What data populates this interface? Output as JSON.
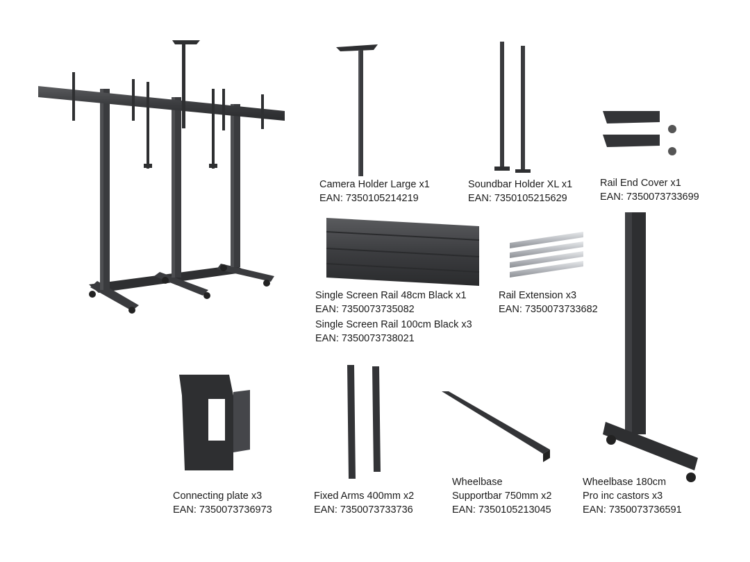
{
  "colors": {
    "metal_dark": "#2e2f31",
    "metal_mid": "#4a4b4e",
    "metal_light": "#6a6b6e",
    "silver": "#c9ccd0",
    "text": "#1a1a1a"
  },
  "parts": [
    {
      "id": "camera_holder",
      "icon": "camera-holder-icon",
      "name": "Camera Holder Large x1",
      "ean": "EAN: 7350105214219"
    },
    {
      "id": "soundbar_holder",
      "icon": "soundbar-holder-icon",
      "name": "Soundbar Holder XL x1",
      "ean": "EAN: 7350105215629"
    },
    {
      "id": "rail_end_cover",
      "icon": "rail-end-cover-icon",
      "name": "Rail End Cover x1",
      "ean": "EAN: 7350073733699"
    },
    {
      "id": "single_rail",
      "icon": "screen-rail-icon",
      "name": "Single Screen Rail 48cm Black x1",
      "ean": "EAN: 7350073735082",
      "name2": "Single Screen Rail 100cm Black x3",
      "ean2": "EAN: 7350073738021"
    },
    {
      "id": "rail_extension",
      "icon": "rail-extension-icon",
      "name": "Rail Extension x3",
      "ean": "EAN: 7350073733682"
    },
    {
      "id": "connecting_plate",
      "icon": "connecting-plate-icon",
      "name": "Connecting plate x3",
      "ean": "EAN: 7350073736973"
    },
    {
      "id": "fixed_arms",
      "icon": "fixed-arms-icon",
      "name": "Fixed Arms 400mm x2",
      "ean": "EAN: 7350073733736"
    },
    {
      "id": "supportbar",
      "icon": "supportbar-icon",
      "name": "Wheelbase",
      "name_b": "Supportbar 750mm x2",
      "ean": "EAN: 7350105213045"
    },
    {
      "id": "wheelbase",
      "icon": "wheelbase-icon",
      "name": "Wheelbase 180cm",
      "name_b": "Pro inc castors x3",
      "ean": "EAN: 7350073736591"
    }
  ]
}
